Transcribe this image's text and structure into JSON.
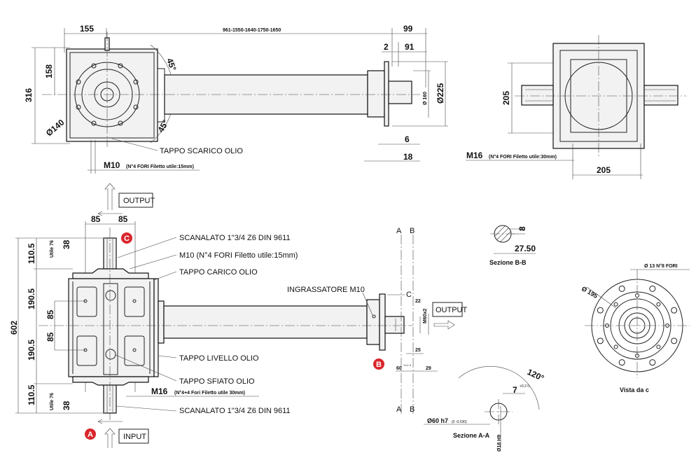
{
  "top_view": {
    "dim_155": "155",
    "dim_length_options": "961-1550-1640-1750-1650",
    "dim_99": "99",
    "dim_2": "2",
    "dim_91": "91",
    "dim_316": "316",
    "dim_158": "158",
    "dim_d140": "Ø140",
    "angle_top": "45°",
    "angle_bottom": "45°",
    "dim_d160": "Ø 160",
    "dim_d225": "Ø225",
    "dim_6": "6",
    "dim_18": "18",
    "label_drain": "TAPPO SCARICO OLIO",
    "label_m10": "M10",
    "label_m10_note": "(N°4 FORI Filetto utile:15mm)"
  },
  "side_view": {
    "dim_205_v": "205",
    "dim_205_h": "205",
    "label_m16": "M16",
    "label_m16_note": "(N°4 FORI Filetto utile:30mm)"
  },
  "front_view": {
    "output_label": "OUTPUT",
    "input_label": "INPUT",
    "dim_85_left": "85",
    "dim_85_right": "85",
    "dim_602": "602",
    "dim_110_5_top": "110.5",
    "dim_190_5_top": "190.5",
    "dim_190_5_bottom": "190.5",
    "dim_110_5_bottom": "110.5",
    "dim_utile76_top": "Utile 76",
    "dim_utile76_bottom": "Utile 76",
    "dim_38_top": "38",
    "dim_38_bottom": "38",
    "dim_85_v_top": "85",
    "dim_85_v_bottom": "85",
    "badge_c": "C",
    "badge_a": "A",
    "callouts": [
      "SCANALATO 1\"3/4 Z6 DIN 9611",
      "M10 (N°4 FORI Filetto utile:15mm)",
      "TAPPO CARICO OLIO",
      "TAPPO LIVELLO OLIO",
      "TAPPO SFIATO OLIO",
      "SCANALATO 1\"3/4 Z6 DIN 9611"
    ],
    "label_m16": "M16",
    "label_m16_note": "(N°4+4 Fori Filetto utile 30mm)"
  },
  "output_shaft": {
    "label_grease": "INGRASSATORE M10",
    "section_a": "A",
    "section_b": "B",
    "view_c": "C",
    "dim_22": "22",
    "dim_m60x2": "M60x2",
    "output_label": "OUTPUT",
    "dim_25": "25",
    "dim_60": "60",
    "dim_60_tol": "+0.1 0",
    "dim_29": "29",
    "badge_b": "B"
  },
  "section_bb": {
    "dim_8": "8",
    "dim_27_50": "27.50",
    "title": "Sezione B-B"
  },
  "section_aa": {
    "angle": "120°",
    "dim_7": "7",
    "dim_7_tol": "+0.2 0",
    "dim_d60": "Ø60 h7",
    "dim_d60_tol": "(0 -0.030)",
    "dim_d18": "Ø18 H9",
    "title": "Sezione A-A"
  },
  "view_c": {
    "holes": "Ø 13 N°8 FORI",
    "dim_d195": "Ø 195",
    "title": "Vista da c"
  }
}
